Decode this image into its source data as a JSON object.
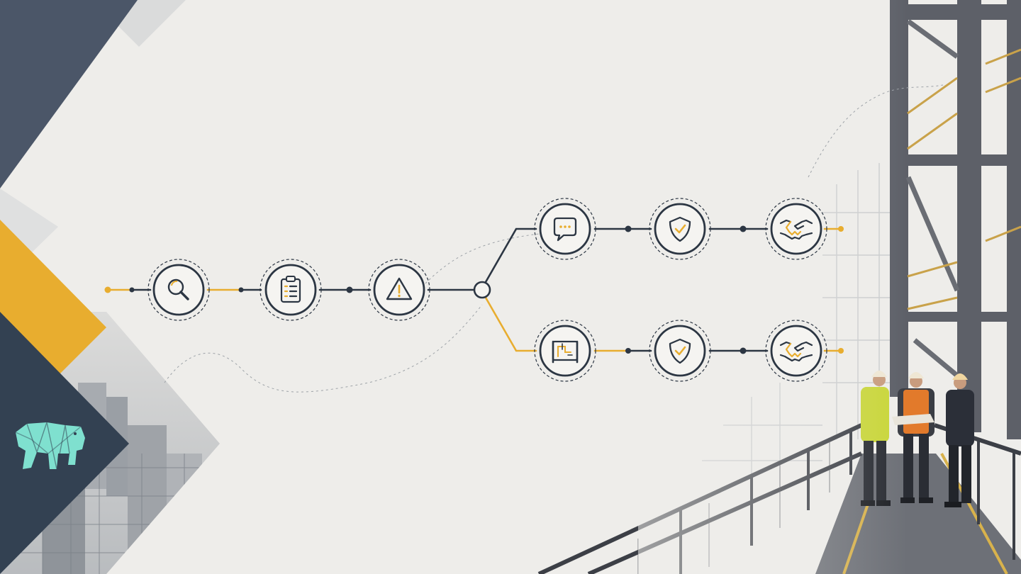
{
  "theme": {
    "background": "#eeedea",
    "navy": "#334152",
    "slate": "#4b5668",
    "gold": "#e8ad2f",
    "logo": "#7fe0cf",
    "node_outline": "#2c3643",
    "steel": "#5d6068"
  },
  "brand": {
    "logo_icon": "geometric-elephant-icon"
  },
  "process_flow": {
    "start_marker": "start-dot",
    "shared_steps": [
      {
        "icon": "magnifier-icon"
      },
      {
        "icon": "clipboard-checklist-icon"
      },
      {
        "icon": "warning-triangle-icon"
      }
    ],
    "branch_point": "open-circle-junction",
    "upper_branch": [
      {
        "icon": "speech-bubble-icon"
      },
      {
        "icon": "shield-check-icon"
      },
      {
        "icon": "handshake-icon"
      }
    ],
    "lower_branch": [
      {
        "icon": "blueprint-icon"
      },
      {
        "icon": "shield-check-icon"
      },
      {
        "icon": "handshake-icon"
      }
    ]
  },
  "photo": {
    "subject": "three-workers-on-scaffold-walkway",
    "workers": [
      {
        "vest": "#c9d63a",
        "helmet": "#efe7d4"
      },
      {
        "vest": "#e27a2b",
        "helmet": "#efe7d4"
      },
      {
        "vest": "#2b2f38",
        "helmet": "#f0d6a0"
      }
    ]
  }
}
